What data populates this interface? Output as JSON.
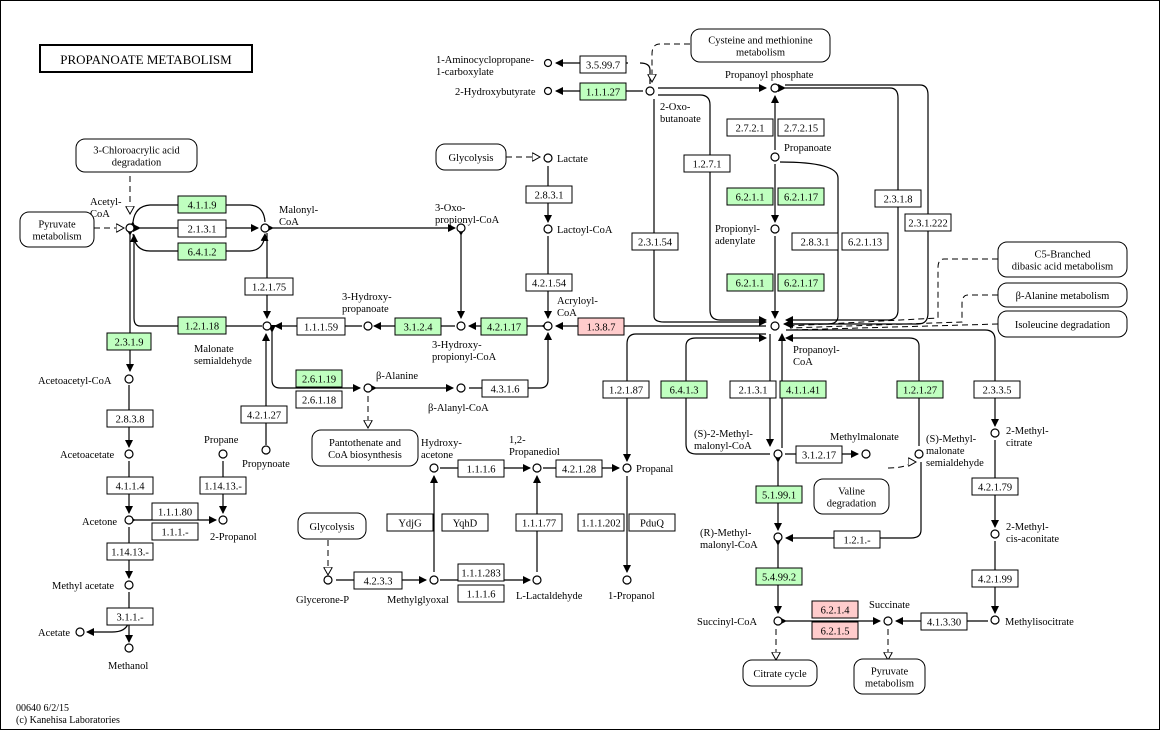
{
  "title": "PROPANOATE METABOLISM",
  "footer": {
    "map_id": "00640 6/2/15",
    "copyright": "(c) Kanehisa Laboratories"
  },
  "colors": {
    "green": "#bfffbf",
    "pink": "#ffcccc",
    "white": "#ffffff"
  },
  "compounds": {
    "acetyl_coa": "Acetyl-CoA",
    "malonyl_coa": "Malonyl-CoA",
    "three_oxo_propionyl_coa": "3-Oxo-propionyl-CoA",
    "one_acc": "1-Aminocyclopropane-1-carboxylate",
    "two_hydroxybutyrate": "2-Hydroxybutyrate",
    "two_oxo_butanoate": "2-Oxo-butanoate",
    "propanoyl_phosphate": "Propanoyl phosphate",
    "propanoate": "Propanoate",
    "propionyl_adenylate": "Propionyl-adenylate",
    "propanoyl_coa": "Propanoyl-CoA",
    "lactate": "Lactate",
    "lactoyl_coa": "Lactoyl-CoA",
    "acryloyl_coa": "Acryloyl-CoA",
    "three_hydroxy_propanoate": "3-Hydroxy-propanoate",
    "three_hydroxy_propionyl_coa": "3-Hydroxy-propionyl-CoA",
    "malonate_semialdehyde": "Malonate semialdehyde",
    "beta_alanine": "β-Alanine",
    "beta_alanyl_coa": "β-Alanyl-CoA",
    "propynoate": "Propynoate",
    "propane": "Propane",
    "two_propanol": "2-Propanol",
    "acetoacetyl_coa": "Acetoacetyl-CoA",
    "acetoacetate": "Acetoacetate",
    "acetone": "Acetone",
    "methyl_acetate": "Methyl acetate",
    "acetate": "Acetate",
    "methanol": "Methanol",
    "hydroxyacetone": "Hydroxy-acetone",
    "one_two_propanediol": "1,2-Propanediol",
    "propanal": "Propanal",
    "one_propanol": "1-Propanol",
    "glycerone_p": "Glycerone-P",
    "methylglyoxal": "Methylglyoxal",
    "l_lactaldehyde": "L-Lactaldehyde",
    "s_methylmalonyl_coa": "(S)-2-Methyl-malonyl-CoA",
    "methylmalonate": "Methylmalonate",
    "s_methylmalonate_semialdehyde": "(S)-Methyl-malonate semialdehyde",
    "r_methylmalonyl_coa": "(R)-Methyl-malonyl-CoA",
    "succinyl_coa": "Succinyl-CoA",
    "succinate": "Succinate",
    "two_methylcitrate": "2-Methyl-citrate",
    "two_methyl_cis_aconitate": "2-Methyl-cis-aconitate",
    "methylisocitrate": "Methylisocitrate"
  },
  "maps": {
    "chloroacrylic": "3-Chloroacrylic acid degradation",
    "pyruvate_left": "Pyruvate metabolism",
    "cysteine": "Cysteine and methionine metabolism",
    "glycolysis_top": "Glycolysis",
    "c5_branched": "C5-Branched dibasic acid metabolism",
    "beta_alanine_met": "β-Alanine metabolism",
    "isoleucine": "Isoleucine degradation",
    "pantothenate": "Pantothenate and CoA biosynthesis",
    "glycolysis_bottom": "Glycolysis",
    "valine": "Valine degradation",
    "citrate": "Citrate cycle",
    "pyruvate_bottom": "Pyruvate metabolism"
  },
  "enzymes": [
    {
      "id": "e1",
      "label": "4.1.1.9",
      "color": "green"
    },
    {
      "id": "e2",
      "label": "2.1.3.1",
      "color": "white"
    },
    {
      "id": "e3",
      "label": "6.4.1.2",
      "color": "green"
    },
    {
      "id": "e4",
      "label": "1.2.1.75",
      "color": "white"
    },
    {
      "id": "e5",
      "label": "1.2.1.18",
      "color": "green"
    },
    {
      "id": "e6",
      "label": "2.3.1.9",
      "color": "green"
    },
    {
      "id": "e7",
      "label": "2.8.3.8",
      "color": "white"
    },
    {
      "id": "e8",
      "label": "4.1.1.4",
      "color": "white"
    },
    {
      "id": "e9",
      "label": "1.1.1.80",
      "color": "white"
    },
    {
      "id": "e10",
      "label": "1.1.1.-",
      "color": "white"
    },
    {
      "id": "e11",
      "label": "1.14.13.-",
      "color": "white"
    },
    {
      "id": "e12",
      "label": "1.14.13.-",
      "color": "white"
    },
    {
      "id": "e13",
      "label": "3.1.1.-",
      "color": "white"
    },
    {
      "id": "e14",
      "label": "1.1.1.59",
      "color": "white"
    },
    {
      "id": "e15",
      "label": "3.1.2.4",
      "color": "green"
    },
    {
      "id": "e16",
      "label": "4.2.1.17",
      "color": "green"
    },
    {
      "id": "e17",
      "label": "1.3.8.7",
      "color": "pink"
    },
    {
      "id": "e18",
      "label": "2.6.1.19",
      "color": "green"
    },
    {
      "id": "e19",
      "label": "2.6.1.18",
      "color": "white"
    },
    {
      "id": "e20",
      "label": "4.3.1.6",
      "color": "white"
    },
    {
      "id": "e21",
      "label": "4.2.1.27",
      "color": "white"
    },
    {
      "id": "e22",
      "label": "2.8.3.1",
      "color": "white"
    },
    {
      "id": "e23",
      "label": "4.2.1.54",
      "color": "white"
    },
    {
      "id": "e24",
      "label": "3.5.99.7",
      "color": "white"
    },
    {
      "id": "e25",
      "label": "1.1.1.27",
      "color": "green"
    },
    {
      "id": "e26",
      "label": "1.2.7.1",
      "color": "white"
    },
    {
      "id": "e27",
      "label": "2.3.1.54",
      "color": "white"
    },
    {
      "id": "e28",
      "label": "2.7.2.1",
      "color": "white"
    },
    {
      "id": "e29",
      "label": "2.7.2.15",
      "color": "white"
    },
    {
      "id": "e30",
      "label": "6.2.1.1",
      "color": "green"
    },
    {
      "id": "e31",
      "label": "6.2.1.17",
      "color": "green"
    },
    {
      "id": "e32",
      "label": "6.2.1.1",
      "color": "green"
    },
    {
      "id": "e33",
      "label": "6.2.1.17",
      "color": "green"
    },
    {
      "id": "e34",
      "label": "2.8.3.1",
      "color": "white"
    },
    {
      "id": "e35",
      "label": "6.2.1.13",
      "color": "white"
    },
    {
      "id": "e36",
      "label": "2.3.1.8",
      "color": "white"
    },
    {
      "id": "e37",
      "label": "2.3.1.222",
      "color": "white"
    },
    {
      "id": "e38",
      "label": "1.2.1.87",
      "color": "white"
    },
    {
      "id": "e39",
      "label": "1.1.1.6",
      "color": "white"
    },
    {
      "id": "e40",
      "label": "4.2.1.28",
      "color": "white"
    },
    {
      "id": "e41",
      "label": "YdjG",
      "color": "white"
    },
    {
      "id": "e42",
      "label": "YqhD",
      "color": "white"
    },
    {
      "id": "e43",
      "label": "1.1.1.77",
      "color": "white"
    },
    {
      "id": "e44",
      "label": "1.1.1.202",
      "color": "white"
    },
    {
      "id": "e45",
      "label": "PduQ",
      "color": "white"
    },
    {
      "id": "e46",
      "label": "4.2.3.3",
      "color": "white"
    },
    {
      "id": "e47",
      "label": "1.1.1.283",
      "color": "white"
    },
    {
      "id": "e48",
      "label": "1.1.1.6",
      "color": "white"
    },
    {
      "id": "e49",
      "label": "6.4.1.3",
      "color": "green"
    },
    {
      "id": "e50",
      "label": "2.1.3.1",
      "color": "white"
    },
    {
      "id": "e51",
      "label": "4.1.1.41",
      "color": "green"
    },
    {
      "id": "e52",
      "label": "1.2.1.27",
      "color": "green"
    },
    {
      "id": "e53",
      "label": "3.1.2.17",
      "color": "white"
    },
    {
      "id": "e54",
      "label": "5.1.99.1",
      "color": "green"
    },
    {
      "id": "e55",
      "label": "1.2.1.-",
      "color": "white"
    },
    {
      "id": "e56",
      "label": "5.4.99.2",
      "color": "green"
    },
    {
      "id": "e57",
      "label": "6.2.1.4",
      "color": "pink"
    },
    {
      "id": "e58",
      "label": "6.2.1.5",
      "color": "pink"
    },
    {
      "id": "e59",
      "label": "4.1.3.30",
      "color": "white"
    },
    {
      "id": "e60",
      "label": "2.3.3.5",
      "color": "white"
    },
    {
      "id": "e61",
      "label": "4.2.1.79",
      "color": "white"
    },
    {
      "id": "e62",
      "label": "4.2.1.99",
      "color": "white"
    }
  ]
}
